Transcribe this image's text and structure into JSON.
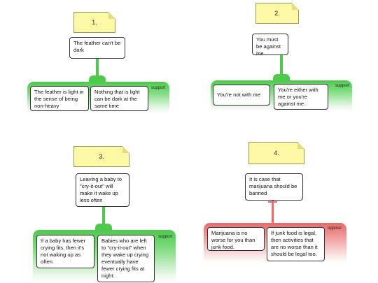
{
  "colors": {
    "note_fill": "#fdf8a6",
    "support": "#4ec94e",
    "oppose": "#e86a6a"
  },
  "maps": [
    {
      "number": "1.",
      "claim": "The feather can't be dark",
      "relation": "support",
      "reasons": [
        "The feather is light in the sense of being non-heavy",
        "Nothing that is light can be dark at the same time"
      ]
    },
    {
      "number": "2.",
      "claim": "You must be against me.",
      "relation": "support",
      "reasons": [
        "You're not with me",
        "You're either with me or you're against me."
      ]
    },
    {
      "number": "3.",
      "claim": "Leaving a baby to \"cry-it-out\" will make it wake up less often",
      "relation": "support",
      "reasons": [
        "If a baby has fewer crying fits, then it's not waking up as often.",
        "Babies who are left to \"cry-it-out\" when they wake up crying eventually have fewer crying fits at night."
      ]
    },
    {
      "number": "4.",
      "claim": "It is case that marijuana should be banned",
      "relation": "oppose",
      "reasons": [
        "Marijuana is no worse for you than junk food.",
        "If junk food is legal, then activities that are no worse than it should be legal too."
      ]
    }
  ]
}
